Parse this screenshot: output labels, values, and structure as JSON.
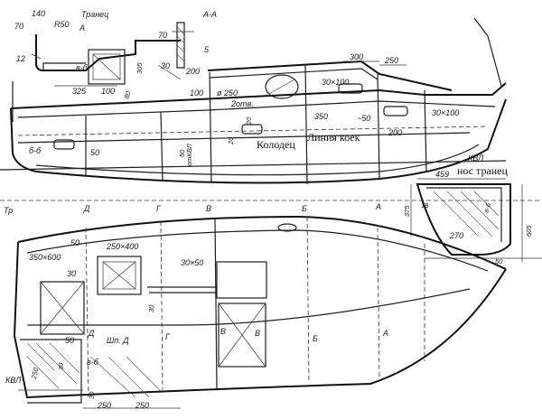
{
  "section_view": {
    "title": "А-А",
    "transom_label": "Транец",
    "dims": [
      "140",
      "70",
      "R50",
      "A",
      "12",
      "70",
      "30",
      "5",
      "в-б",
      "305",
      "325",
      "100",
      "80",
      "200"
    ]
  },
  "side_view": {
    "dims": [
      "300",
      "250",
      "30×100",
      "30×100",
      "ø 250",
      "2отв.",
      "350",
      "~50",
      "200",
      "20",
      "20",
      "100",
      "б-б",
      "50",
      "50",
      "отКВЛ"
    ],
    "labels": {
      "well": "Колодец",
      "bunk_line": "Линия коек",
      "kvl": "КВЛ"
    }
  },
  "stations": [
    "Тр",
    "Д",
    "Г",
    "В",
    "Б",
    "А"
  ],
  "bow_transom": {
    "title": "нос транец",
    "dims": [
      "459",
      "375",
      "18",
      "в-б",
      "270",
      "605",
      "50"
    ]
  },
  "plan_view": {
    "dims": [
      "50",
      "250×400",
      "350×600",
      "30",
      "30×50",
      "30",
      "50",
      "250",
      "30",
      "в-б",
      "30",
      "250",
      "250"
    ],
    "labels": {
      "frame_d": "Шп. Д",
      "kvl": "КВЛ",
      "d": "Д",
      "g": "Г",
      "v": "В",
      "b": "Б",
      "a": "А",
      "vv": "В"
    }
  }
}
